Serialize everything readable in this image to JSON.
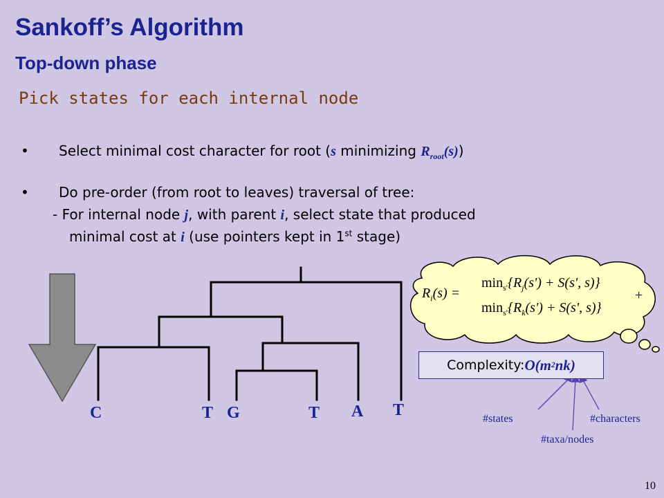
{
  "slide": {
    "title": "Sankoff’s Algorithm",
    "subtitle": "Top-down phase",
    "heading": "Pick states for each internal node",
    "bullet1": {
      "text_a": "Select minimal cost character for root (",
      "var_s": "s",
      "text_b": " minimizing ",
      "var_R": "R",
      "var_R_sub": "root",
      "var_R_arg": "(s)",
      "text_c": ")"
    },
    "bullet2": {
      "line1": "Do pre-order (from root to leaves) traversal of tree:",
      "line2_a": "- For internal node ",
      "var_j": "j",
      "line2_b": ", with parent ",
      "var_i": "i",
      "line2_c": ", select state that produced",
      "line3_a": "minimal cost at ",
      "var_i2": "i",
      "line3_b": " (use pointers kept in 1",
      "line3_sup": "st",
      "line3_c": " stage)"
    },
    "bullet_char": "•",
    "leaves": [
      "C",
      "T",
      "G",
      "T",
      "A",
      "T"
    ],
    "formula": {
      "lhs": "R",
      "lhs_sub": "i",
      "lhs_arg": "(s) =",
      "line1": "min",
      "line1_sub": "s'",
      "line1_rest_a": "{R",
      "line1_rest_sub": "j",
      "line1_rest_b": "(s') + S(s', s)}",
      "line2": "min",
      "line2_sub": "s'",
      "line2_rest_a": "{R",
      "line2_rest_sub": "k",
      "line2_rest_b": "(s') + S(s', s)}",
      "plus": "+"
    },
    "complexity": {
      "label": "Complexity: ",
      "expr_a": "O(m",
      "expr_sup": "2",
      "expr_b": "nk)"
    },
    "annotations": {
      "states": "#states",
      "taxa": "#taxa/nodes",
      "characters": "#characters"
    },
    "page_number": "10",
    "colors": {
      "background": "#cfc7e3",
      "title": "#1a238f",
      "heading": "#7b3a0e",
      "arrow": "#8c8c8c",
      "cloud": "#ffffc6",
      "pointer_arrows": "#5a3fb0"
    }
  }
}
